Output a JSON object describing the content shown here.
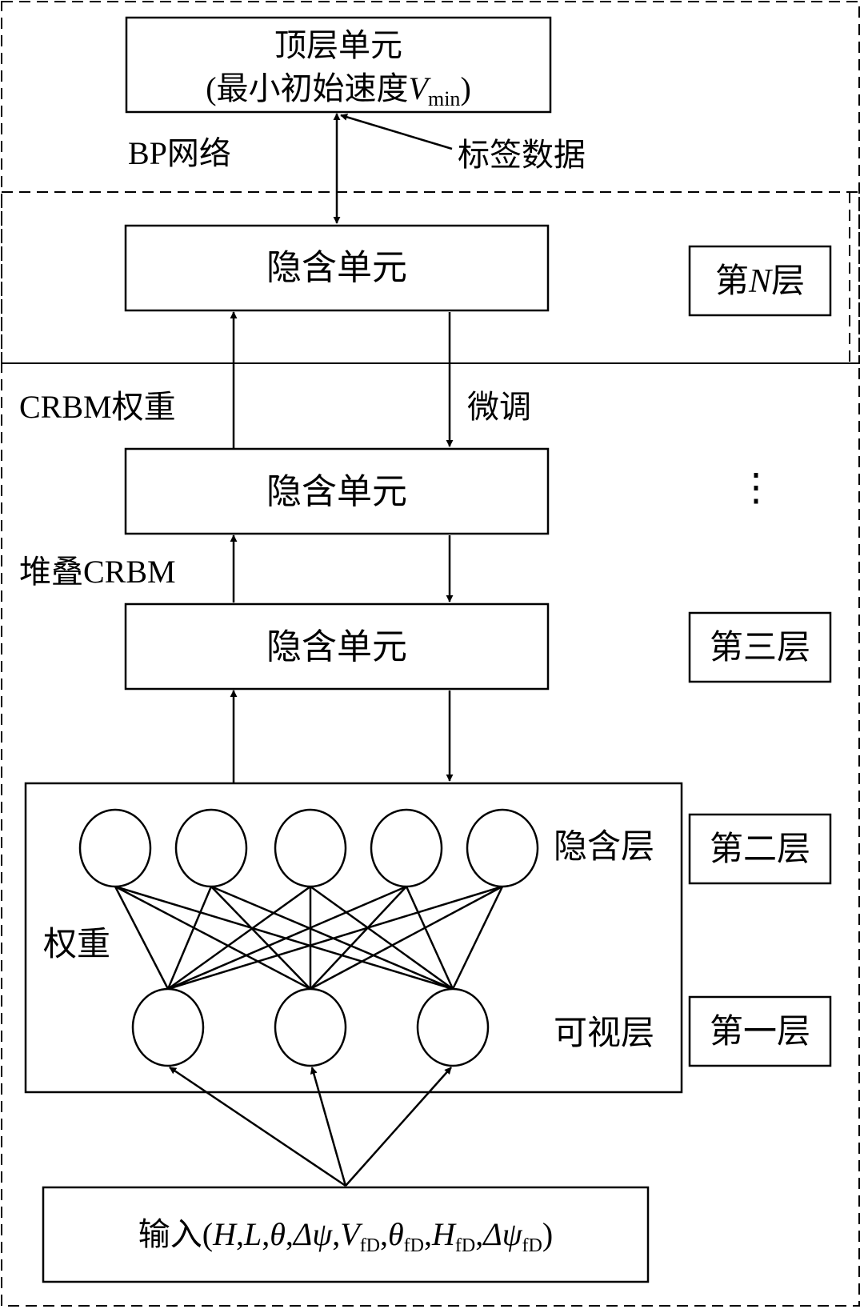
{
  "top": {
    "line1": "顶层单元",
    "line2_prefix": "(最小初始速度",
    "line2_var": "V",
    "line2_sub": "min",
    "line2_suffix": ")"
  },
  "bp_label": "BP网络",
  "label_data": "标签数据",
  "hidden_unit_label": "隐含单元",
  "crbm_weight_label": "CRBM权重",
  "finetune_label": "微调",
  "stack_crbm_label": "堆叠CRBM",
  "ellipsis": "⋮",
  "layer_boxes": {
    "n_prefix": "第",
    "n_var": "N",
    "n_suffix": "层",
    "third": "第三层",
    "second": "第二层",
    "first": "第一层"
  },
  "rbm": {
    "hidden_layer": "隐含层",
    "visible_layer": "可视层",
    "weight": "权重"
  },
  "input": {
    "prefix": "输入(",
    "H": "H",
    "L": "L",
    "theta": "θ",
    "dpsi": "Δψ",
    "V": "V",
    "H2": "H",
    "theta2": "θ",
    "dpsi2": "Δψ",
    "sub": "fD",
    "comma": ",",
    "suffix": ")"
  }
}
